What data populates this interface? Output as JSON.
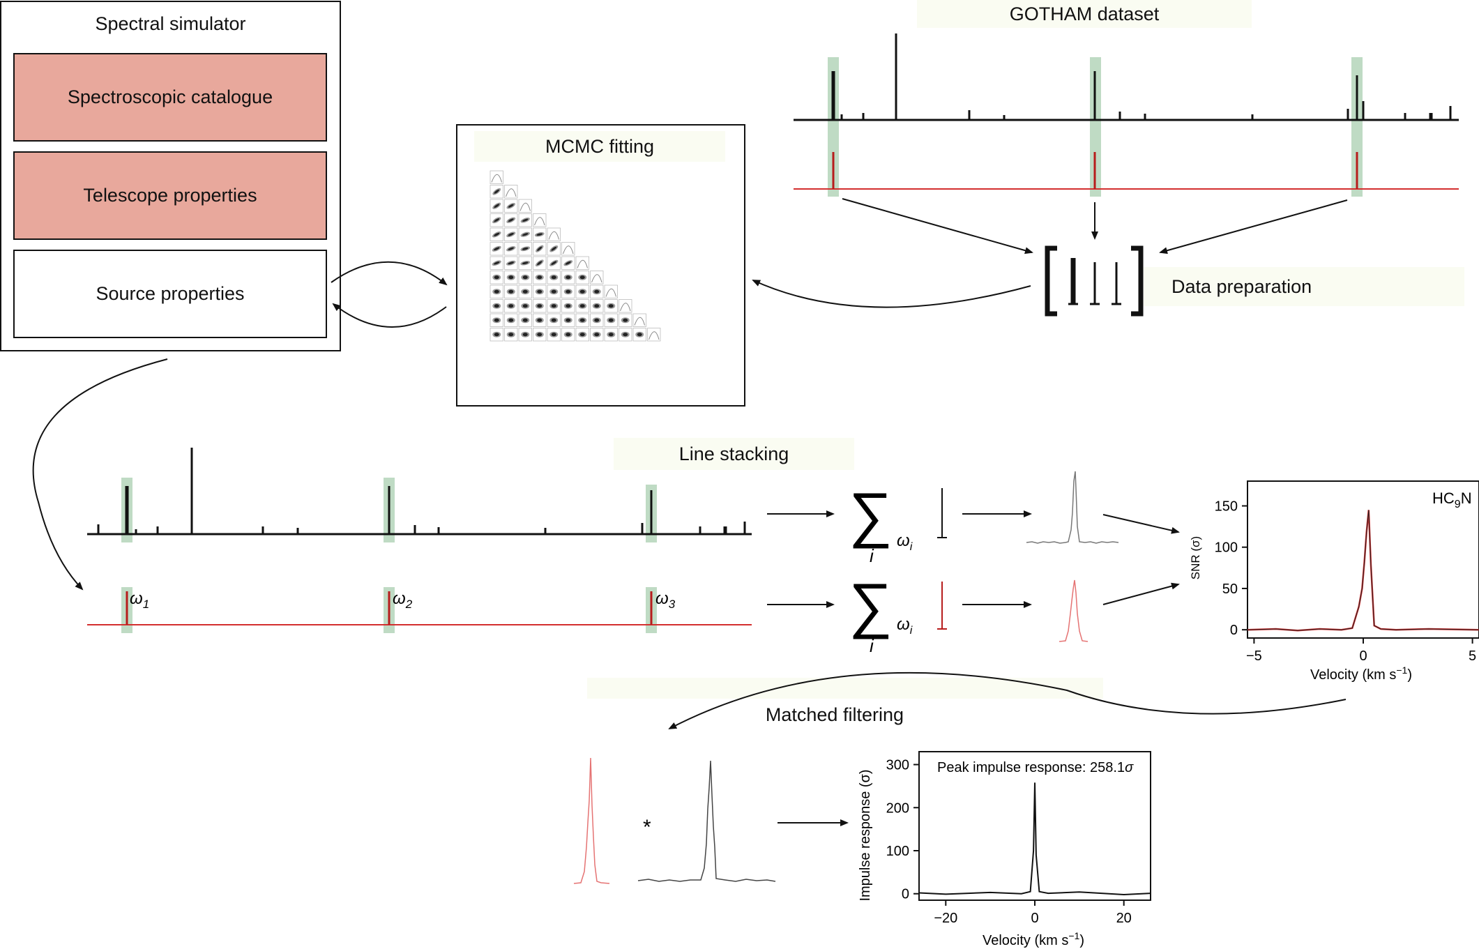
{
  "simulator": {
    "title": "Spectral simulator",
    "items": [
      "Spectroscopic catalogue",
      "Telescope properties",
      "Source properties"
    ]
  },
  "mcmc": {
    "title": "MCMC fitting"
  },
  "gotham": {
    "title": "GOTHAM dataset"
  },
  "prep": {
    "label": "Data preparation"
  },
  "stacking": {
    "title": "Line stacking",
    "weights": [
      "ω1",
      "ω2",
      "ω3"
    ],
    "sum_subscript": "ωi",
    "sum_index": "i"
  },
  "snr_chart": {
    "molecule": "HC9N",
    "ylabel": "SNR (σ)",
    "xlabel": "Velocity (km s−1)",
    "yticks": [
      "150",
      "100",
      "50",
      "0"
    ],
    "xticks": [
      "−5",
      "0",
      "5"
    ]
  },
  "filtering": {
    "title": "Matched filtering",
    "convolve_symbol": "*"
  },
  "impulse_chart": {
    "annotation": "Peak impulse response: 258.1σ",
    "ylabel": "Impulse response (σ)",
    "xlabel": "Velocity (km s−1)",
    "yticks": [
      "300",
      "200",
      "100",
      "0"
    ],
    "xticks": [
      "−20",
      "0",
      "20"
    ]
  },
  "colors": {
    "salmon": "#e8a89c",
    "highlight": "#a9cfb0",
    "model_red": "#d32f2f",
    "band": "#fafcf2"
  },
  "chart_data": [
    {
      "type": "line",
      "x": [
        -5.3,
        -4,
        -3,
        -2,
        -1,
        -0.5,
        -0.2,
        -0.05,
        0.05,
        0.15,
        0.25,
        0.35,
        0.5,
        0.8,
        1.5,
        3,
        5.3
      ],
      "series": [
        {
          "values": [
            0,
            1,
            -1,
            1,
            0,
            2,
            28,
            50,
            82,
            118,
            145,
            78,
            5,
            1,
            0,
            1,
            0
          ]
        }
      ],
      "xlim": [
        -5.3,
        5.3
      ],
      "ylim": [
        -10,
        180
      ]
    },
    {
      "type": "line",
      "x": [
        -26,
        -20,
        -10,
        -3,
        -1,
        -0.3,
        0,
        0.3,
        1,
        3,
        10,
        20,
        26
      ],
      "series": [
        {
          "values": [
            2,
            -1,
            3,
            0,
            5,
            100,
            258.1,
            90,
            5,
            1,
            4,
            -2,
            1
          ]
        }
      ],
      "xlim": [
        -26,
        26
      ],
      "ylim": [
        -15,
        330
      ]
    }
  ]
}
